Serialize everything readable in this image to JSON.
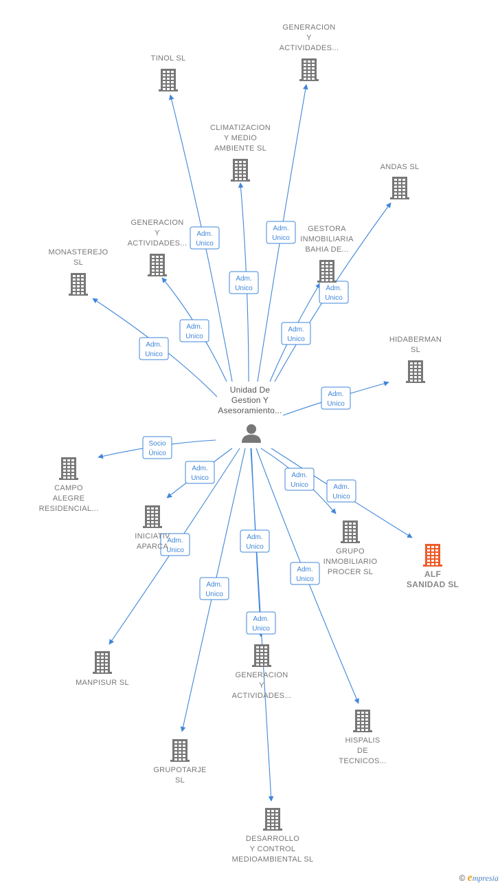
{
  "center": {
    "lines": [
      "Unidad De",
      "Gestion Y",
      "Asesoramiento..."
    ],
    "icon": "person-icon"
  },
  "colors": {
    "edge": "#3f86d8",
    "building": "#777777",
    "building_highlight": "#f05a28",
    "person": "#777777"
  },
  "nodes": [
    {
      "id": "tinol",
      "lines": [
        "TINOL  SL"
      ],
      "icon": "building-icon"
    },
    {
      "id": "generacion-top",
      "lines": [
        "GENERACION",
        "Y",
        "ACTIVIDADES..."
      ],
      "icon": "building-icon"
    },
    {
      "id": "climatizacion",
      "lines": [
        "CLIMATIZACION",
        "Y MEDIO",
        "AMBIENTE SL"
      ],
      "icon": "building-icon"
    },
    {
      "id": "andas",
      "lines": [
        "ANDAS  SL"
      ],
      "icon": "building-icon"
    },
    {
      "id": "generacion-mid",
      "lines": [
        "GENERACION",
        "Y",
        "ACTIVIDADES..."
      ],
      "icon": "building-icon"
    },
    {
      "id": "gestora",
      "lines": [
        "GESTORA",
        "INMOBILIARIA",
        "BAHIA DE..."
      ],
      "icon": "building-icon"
    },
    {
      "id": "monasterejo",
      "lines": [
        "MONASTEREJO",
        "SL"
      ],
      "icon": "building-icon"
    },
    {
      "id": "hidaberman",
      "lines": [
        "HIDABERMAN",
        "SL"
      ],
      "icon": "building-icon"
    },
    {
      "id": "campo-alegre",
      "lines": [
        "CAMPO",
        "ALEGRE",
        "RESIDENCIAL..."
      ],
      "icon": "building-icon"
    },
    {
      "id": "iniciativas",
      "lines": [
        "INICIATIV",
        "APARCA"
      ],
      "icon": "building-icon"
    },
    {
      "id": "grupo-procer",
      "lines": [
        "GRUPO",
        "INMOBILIARIO",
        "PROCER  SL"
      ],
      "icon": "building-icon"
    },
    {
      "id": "alf-sanidad",
      "lines": [
        "ALF",
        "SANIDAD  SL"
      ],
      "icon": "building-icon",
      "highlight": true
    },
    {
      "id": "manpisur",
      "lines": [
        "MANPISUR SL"
      ],
      "icon": "building-icon"
    },
    {
      "id": "generacion-bottom",
      "lines": [
        "GENERACION",
        "Y",
        "ACTIVIDADES..."
      ],
      "icon": "building-icon"
    },
    {
      "id": "hispalis",
      "lines": [
        "HISPALIS",
        "DE",
        "TECNICOS..."
      ],
      "icon": "building-icon"
    },
    {
      "id": "grupotarje",
      "lines": [
        "GRUPOTARJE",
        "SL"
      ],
      "icon": "building-icon"
    },
    {
      "id": "desarrollo",
      "lines": [
        "DESARROLLO",
        "Y CONTROL",
        "MEDIOAMBIENTAL SL"
      ],
      "icon": "building-icon"
    }
  ],
  "edges": [
    {
      "to": "tinol",
      "label": [
        "Adm.",
        "Unico"
      ]
    },
    {
      "to": "generacion-top",
      "label": [
        "Adm.",
        "Unico"
      ]
    },
    {
      "to": "climatizacion",
      "label": [
        "Adm.",
        "Unico"
      ]
    },
    {
      "to": "andas",
      "label": [
        "Adm.",
        "Unico"
      ]
    },
    {
      "to": "generacion-mid",
      "label": [
        "Adm.",
        "Unico"
      ]
    },
    {
      "to": "gestora",
      "label": [
        "Adm.",
        "Unico"
      ]
    },
    {
      "to": "monasterejo",
      "label": [
        "Adm.",
        "Unico"
      ]
    },
    {
      "to": "hidaberman",
      "label": [
        "Adm.",
        "Unico"
      ]
    },
    {
      "to": "campo-alegre",
      "label": [
        "Socio",
        "Único"
      ]
    },
    {
      "to": "iniciativas",
      "label": [
        "Adm.",
        "Unico"
      ]
    },
    {
      "to": "grupo-procer",
      "label": [
        "Adm.",
        "Unico"
      ]
    },
    {
      "to": "alf-sanidad",
      "label": [
        "Adm.",
        "Unico"
      ]
    },
    {
      "to": "manpisur",
      "label": [
        "Adm.",
        "Unico"
      ]
    },
    {
      "to": "generacion-bottom",
      "label": [
        "Adm.",
        "Unico"
      ]
    },
    {
      "to": "hispalis",
      "label": [
        "Adm.",
        "Unico"
      ]
    },
    {
      "to": "grupotarje",
      "label": [
        "Adm.",
        "Unico"
      ]
    },
    {
      "to": "desarrollo",
      "label": [
        "Adm.",
        "Unico"
      ]
    }
  ],
  "footer": {
    "copyright": "©",
    "brand_initial": "e",
    "brand_rest": "mpresia"
  }
}
